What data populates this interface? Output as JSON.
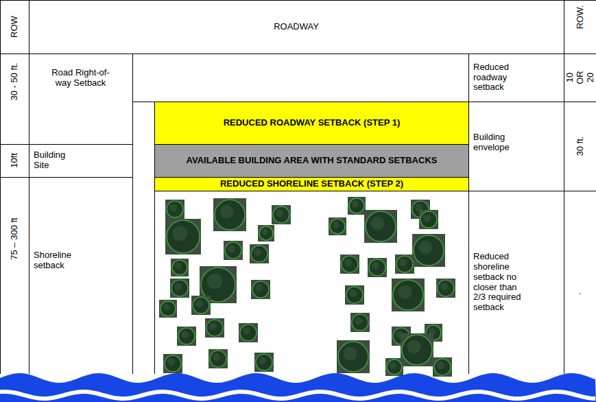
{
  "diagram": {
    "nodes": [
      {
        "text": [
          "REDUCED ROADWAY SETBACK (STEP 1)"
        ]
      },
      {
        "text": [
          "AVAILABLE BUILDING AREA WITH STANDARD SETBACKS"
        ]
      },
      {
        "text": [
          "REDUCED SHORELINE SETBACK (STEP 2)"
        ]
      }
    ],
    "labels": [
      "ROW",
      "ROADWAY",
      "ROW.",
      "30 - 50 ft.",
      "Road Right-of-way Setback",
      "Reduced roadway setback",
      "10 OR 20",
      "Building envelope",
      "30 ft.",
      "10ft",
      "Building Site",
      "75 – 300 ft",
      "Shoreline setback",
      "Reduced shoreline setback no closer than 2/3 required setback",
      "."
    ]
  }
}
